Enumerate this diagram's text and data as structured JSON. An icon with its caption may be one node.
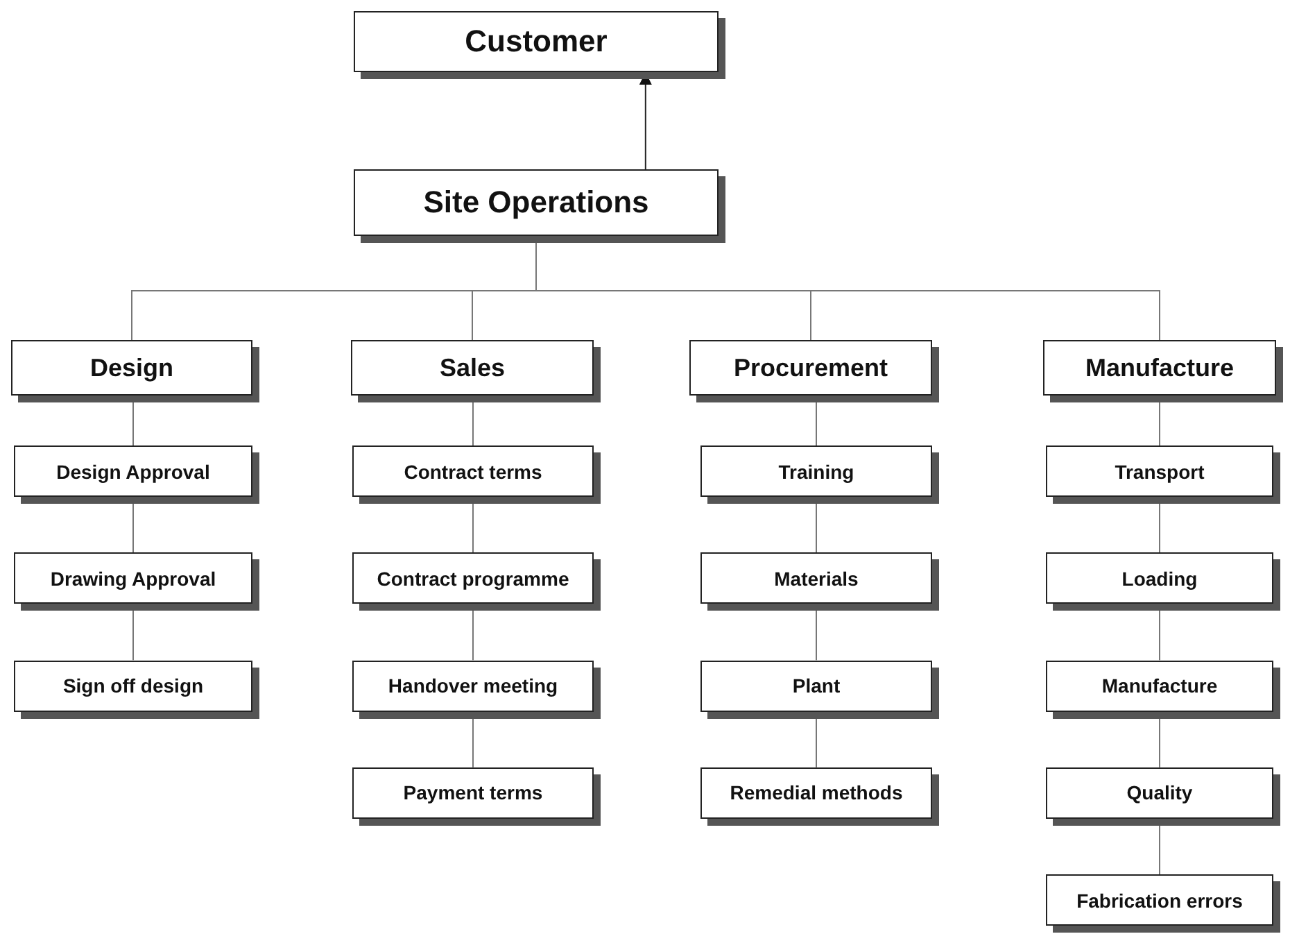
{
  "diagram": {
    "nodes": [
      {
        "text": [
          "Customer"
        ]
      },
      {
        "text": [
          "Site Operations"
        ]
      },
      {
        "text": [
          "Design"
        ]
      },
      {
        "text": [
          "Sales"
        ]
      },
      {
        "text": [
          "Procurement"
        ]
      },
      {
        "text": [
          "Manufacture"
        ]
      },
      {
        "text": [
          "Design Approval"
        ]
      },
      {
        "text": [
          "Drawing Approval"
        ]
      },
      {
        "text": [
          "Sign off design"
        ]
      },
      {
        "text": [
          "Contract terms"
        ]
      },
      {
        "text": [
          "Contract programme"
        ]
      },
      {
        "text": [
          "Handover meeting"
        ]
      },
      {
        "text": [
          "Payment terms"
        ]
      },
      {
        "text": [
          "Training"
        ]
      },
      {
        "text": [
          "Materials"
        ]
      },
      {
        "text": [
          "Plant"
        ]
      },
      {
        "text": [
          "Remedial methods"
        ]
      },
      {
        "text": [
          "Transport"
        ]
      },
      {
        "text": [
          "Loading"
        ]
      },
      {
        "text": [
          "Manufacture"
        ]
      },
      {
        "text": [
          "Quality"
        ]
      },
      {
        "text": [
          "Fabrication errors"
        ]
      }
    ],
    "edges": [
      {
        "from": 1,
        "to": 0,
        "arrow": "to"
      },
      {
        "from": 1,
        "to": 2,
        "arrow": "none"
      },
      {
        "from": 1,
        "to": 3,
        "arrow": "none"
      },
      {
        "from": 1,
        "to": 4,
        "arrow": "none"
      },
      {
        "from": 1,
        "to": 5,
        "arrow": "none"
      },
      {
        "from": 2,
        "to": 6,
        "arrow": "none"
      },
      {
        "from": 6,
        "to": 7,
        "arrow": "none"
      },
      {
        "from": 7,
        "to": 8,
        "arrow": "none"
      },
      {
        "from": 3,
        "to": 9,
        "arrow": "none"
      },
      {
        "from": 9,
        "to": 10,
        "arrow": "none"
      },
      {
        "from": 10,
        "to": 11,
        "arrow": "none"
      },
      {
        "from": 11,
        "to": 12,
        "arrow": "none"
      },
      {
        "from": 4,
        "to": 13,
        "arrow": "none"
      },
      {
        "from": 13,
        "to": 14,
        "arrow": "none"
      },
      {
        "from": 14,
        "to": 15,
        "arrow": "none"
      },
      {
        "from": 15,
        "to": 16,
        "arrow": "none"
      },
      {
        "from": 5,
        "to": 17,
        "arrow": "none"
      },
      {
        "from": 17,
        "to": 18,
        "arrow": "none"
      },
      {
        "from": 18,
        "to": 19,
        "arrow": "none"
      },
      {
        "from": 19,
        "to": 20,
        "arrow": "none"
      },
      {
        "from": 20,
        "to": 21,
        "arrow": "none"
      }
    ]
  }
}
